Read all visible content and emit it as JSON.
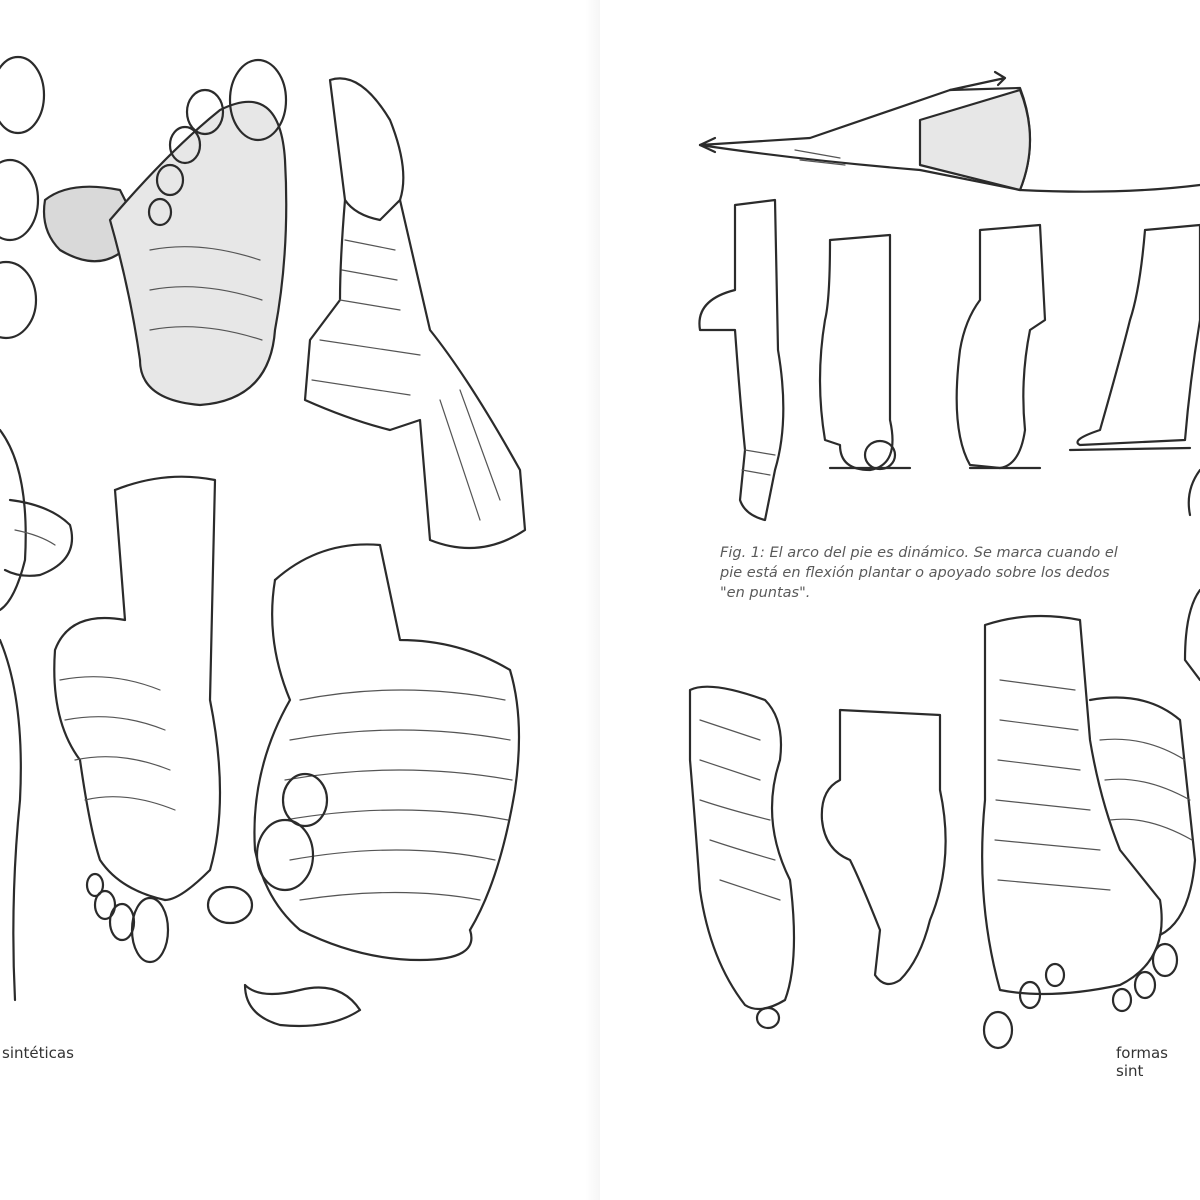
{
  "caption": {
    "line1": "Fig. 1: El arco del pie es dinámico. Se marca cuando el",
    "line2": "pie está en flexión plantar o apoyado sobre los dedos",
    "line3": "\"en puntas\"."
  },
  "footer": {
    "left": "sintéticas",
    "right": "formas sint"
  }
}
